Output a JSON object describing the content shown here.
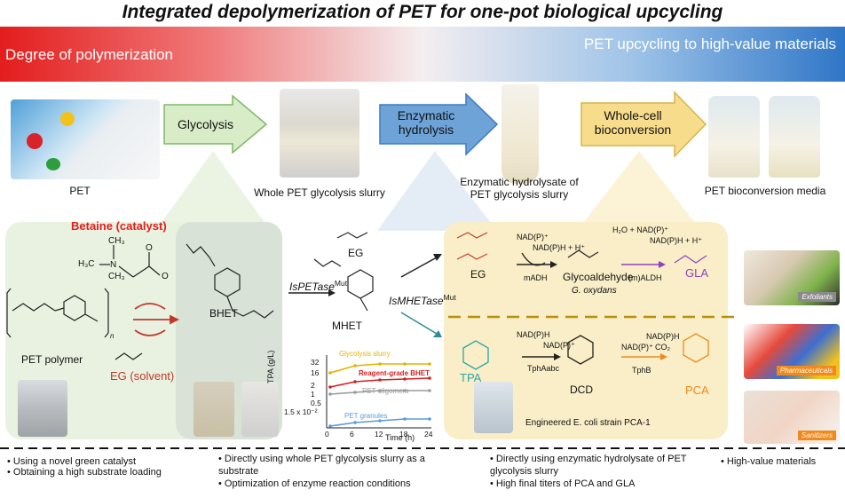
{
  "title": "Integrated depolymerization of PET for one-pot biological upcycling",
  "banner": {
    "left": "Degree of polymerization",
    "right": "PET upcycling to high-value materials",
    "colors": {
      "red": "#e31d1d",
      "blue": "#2f76c7"
    }
  },
  "process": {
    "photos": [
      "PET",
      "Whole PET glycolysis slurry",
      "Enzymatic hydrolysate of PET glycolysis slurry",
      "PET bioconversion media"
    ],
    "steps": [
      {
        "label": "Glycolysis",
        "color": "#d7ecc7"
      },
      {
        "label": "Enzymatic hydrolysis",
        "color": "#6ea3d8"
      },
      {
        "label": "Whole-cell bioconversion",
        "color": "#f7dc8c"
      }
    ]
  },
  "glycolysis_panel": {
    "catalyst": "Betaine (catalyst)",
    "polymer": "PET polymer",
    "polymer_n": "n",
    "solvent": "EG (solvent)",
    "product": "BHET",
    "catalyst_groups": {
      "n": "N",
      "ch3": "CH₃",
      "h3c": "H₃C",
      "o": "O"
    }
  },
  "hydrolysis_panel": {
    "enzyme1": "IsPETase",
    "enzyme1_sup": "Mut",
    "enzyme2": "IsMHETase",
    "enzyme2_sup": "Mut",
    "eg": "EG",
    "mhet": "MHET",
    "tpa": "TPA"
  },
  "inset_chart": {
    "ylabel": "TPA (g/L)",
    "xlabel": "Time (h)",
    "y_ticks": [
      "32",
      "16",
      "2",
      "1",
      "0.5",
      "1.5 x 10⁻²"
    ],
    "x_ticks": [
      "0",
      "6",
      "12",
      "18",
      "24"
    ],
    "series": [
      {
        "name": "Glycolysis slurry",
        "color": "#e0b400"
      },
      {
        "name": "Reagent-grade BHET",
        "color": "#d61f1f"
      },
      {
        "name": "PET oligomers",
        "color": "#9a9a9a"
      },
      {
        "name": "PET granules",
        "color": "#5b9bd5"
      }
    ]
  },
  "bioconversion_panel": {
    "eg": "EG",
    "glycoaldehyde": "Glycoaldehyde",
    "gla": "GLA",
    "g_oxydans": "G. oxydans",
    "madh": "mADH",
    "maldh": "(m)ALDH",
    "nadp": "NAD(P)⁺",
    "nadph_h": "NAD(P)H + H⁺",
    "nadph": "NAD(P)H",
    "h2o_nadp": "H₂O + NAD(P)⁺",
    "co2": "CO₂",
    "tphaabc": "TphAabc",
    "tphb": "TphB",
    "dcd": "DCD",
    "pca": "PCA",
    "strain": "Engineered E. coli strain PCA-1",
    "colors": {
      "gla": "#8e3fc6",
      "pca": "#f08a1c",
      "tpa": "#2aa7a7"
    }
  },
  "applications": [
    "Exfoliants",
    "Pharmaceuticals",
    "Sanitizers"
  ],
  "bullets": {
    "col1": [
      "Using a novel green catalyst",
      "Obtaining a high substrate loading"
    ],
    "col2": [
      "Directly using whole PET glycolysis slurry as a substrate",
      "Optimization of enzyme reaction conditions"
    ],
    "col3": [
      "Directly using enzymatic hydrolysate of PET glycolysis slurry",
      "High final titers of PCA and GLA"
    ],
    "col4": [
      "High-value materials"
    ]
  }
}
